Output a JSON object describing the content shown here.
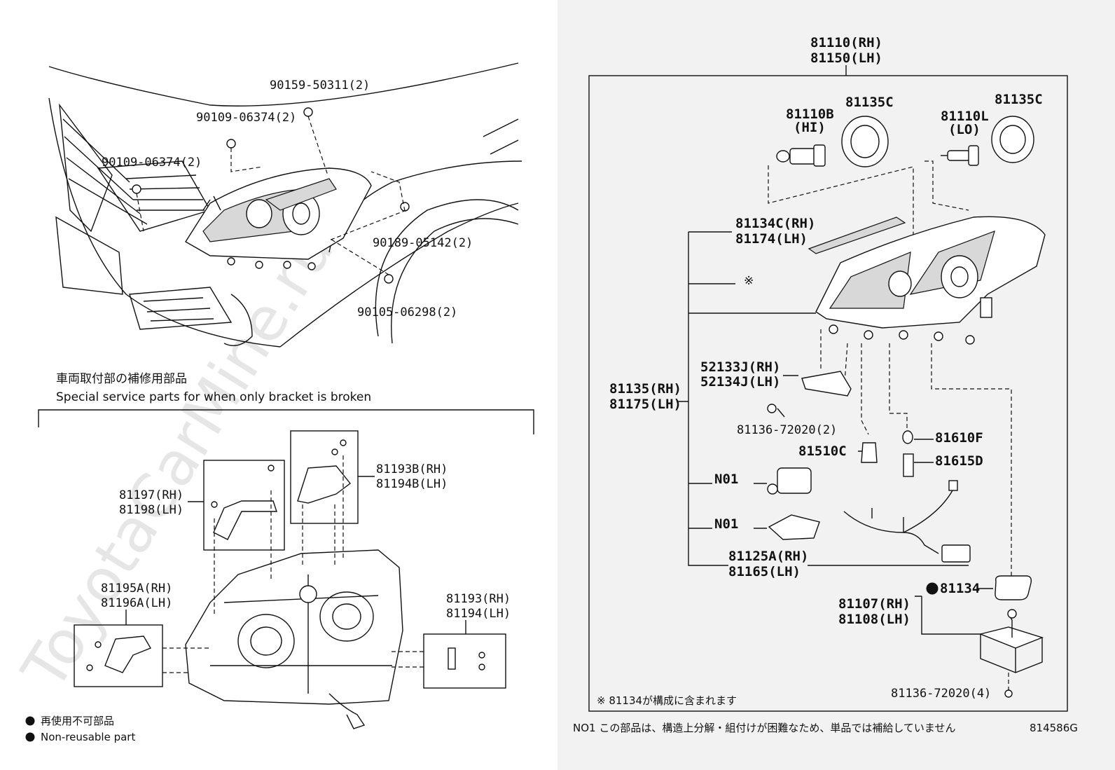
{
  "watermark": "ToyotaCarMine.ru",
  "left_callouts": {
    "p1": "90159-50311(2)",
    "p2": "90109-06374(2)",
    "p3": "90109-06374(2)",
    "p4": "90189-05142(2)",
    "p5": "90105-06298(2)"
  },
  "bracket_section": {
    "title_jp": "車両取付部の補修用部品",
    "title_en": "Special service parts for when only bracket is broken"
  },
  "bracket_callouts": {
    "a1": "81197(RH)",
    "a2": "81198(LH)",
    "b1": "81193B(RH)",
    "b2": "81194B(LH)",
    "c1": "81195A(RH)",
    "c2": "81196A(LH)",
    "d1": "81193(RH)",
    "d2": "81194(LH)"
  },
  "legend": {
    "jp": "再使用不可部品",
    "en": "Non-reusable part"
  },
  "right_callouts": {
    "top1": "81110(RH)",
    "top2": "81150(LH)",
    "bulb_hi_pn": "81110B",
    "bulb_hi_tag": "(HI)",
    "cap1": "81135C",
    "bulb_lo_pn": "81110L",
    "bulb_lo_tag": "(LO)",
    "cap2": "81135C",
    "mold1": "81134C(RH)",
    "mold2": "81174(LH)",
    "ref_mark": "※",
    "hs1": "81135(RH)",
    "hs2": "81175(LH)",
    "brk1": "52133J(RH)",
    "brk2": "52134J(LH)",
    "screw1": "81136-72020(2)",
    "bulb_a": "81610F",
    "bulb_b": "81510C",
    "sock": "81615D",
    "n01a": "N01",
    "n01b": "N01",
    "wire1": "81125A(RH)",
    "wire2": "81165(LH)",
    "gasket": "81134",
    "comp1": "81107(RH)",
    "comp2": "81108(LH)",
    "screw2": "81136-72020(4)",
    "note": "※ 81134が構成に含まれます"
  },
  "footer": {
    "note": "NO1 この部品は、構造上分解・組付けが困難なため、単品では補給していません",
    "code": "814586G"
  }
}
